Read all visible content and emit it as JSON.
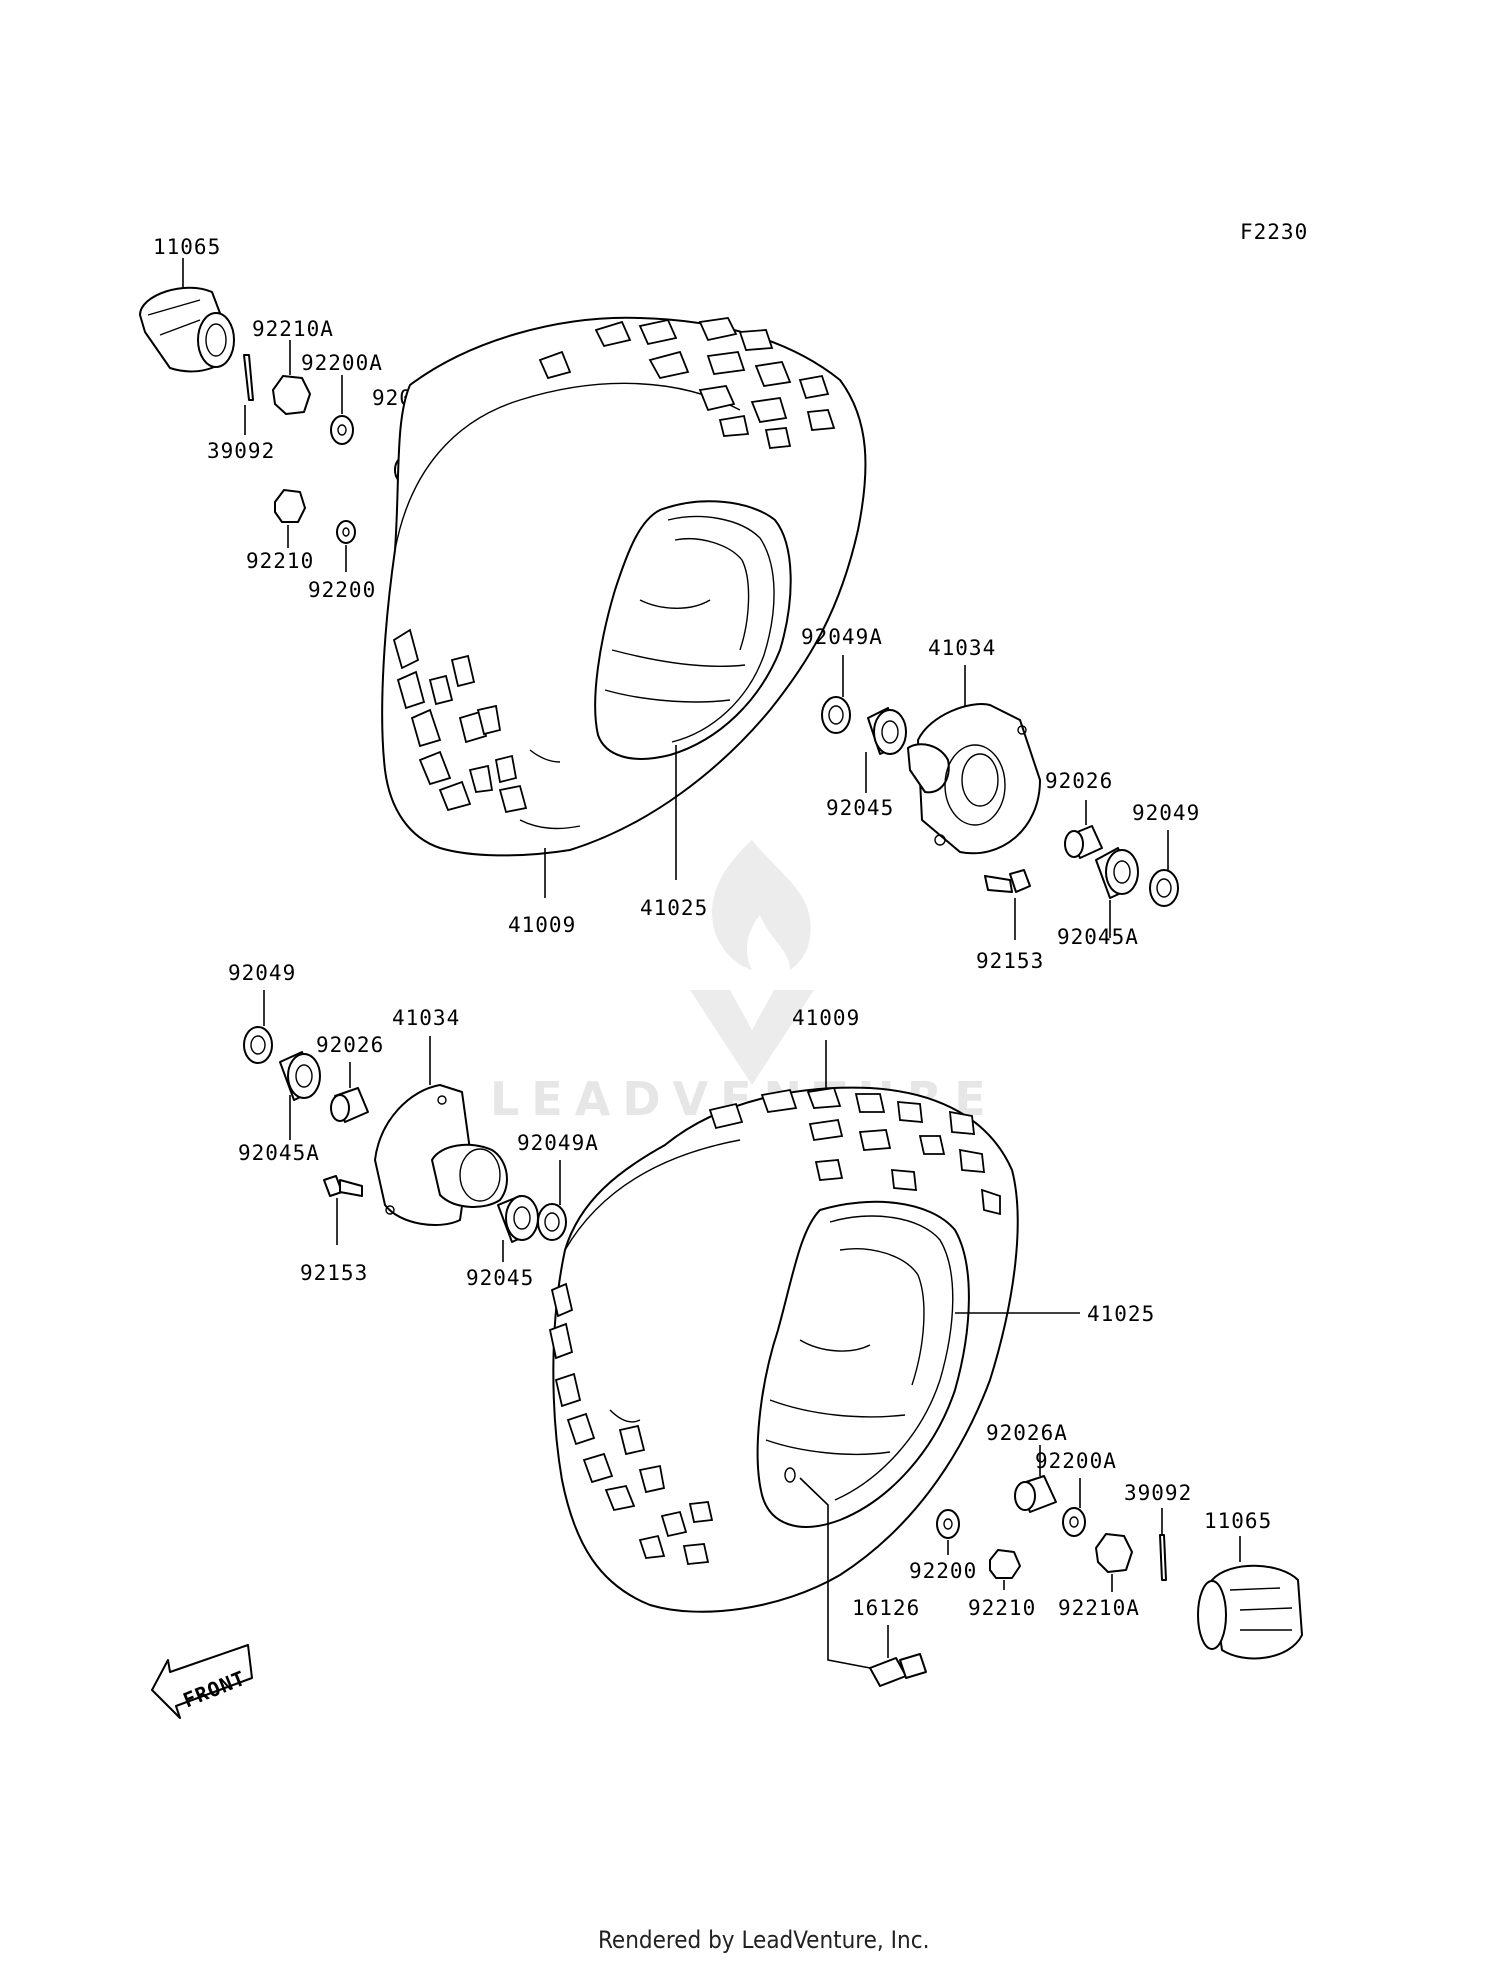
{
  "figure_code": "F2230",
  "footer": "Rendered by LeadVenture, Inc.",
  "watermark": "LEADVENTURE",
  "front_label": "FRONT",
  "upper": {
    "hub_cap": "11065",
    "castle_nut_a": "92210A",
    "washer_a": "92200A",
    "collar_a": "92026A",
    "cotter_pin": "39092",
    "nut": "92210",
    "washer": "92200",
    "tire": "41009",
    "wheel": "41025",
    "seal_a": "92049A",
    "hub": "41034",
    "bearing": "92045",
    "collar": "92026",
    "seal": "92049",
    "bearing_a": "92045A",
    "bolt": "92153"
  },
  "lower": {
    "seal": "92049",
    "collar": "92026",
    "hub": "41034",
    "bearing_a": "92045A",
    "seal_a": "92049A",
    "bolt": "92153",
    "bearing": "92045",
    "tire": "41009",
    "wheel": "41025",
    "collar_a": "92026A",
    "washer_a": "92200A",
    "cotter_pin": "39092",
    "hub_cap": "11065",
    "washer": "92200",
    "nut": "92210",
    "castle_nut_a": "92210A",
    "valve": "16126"
  }
}
